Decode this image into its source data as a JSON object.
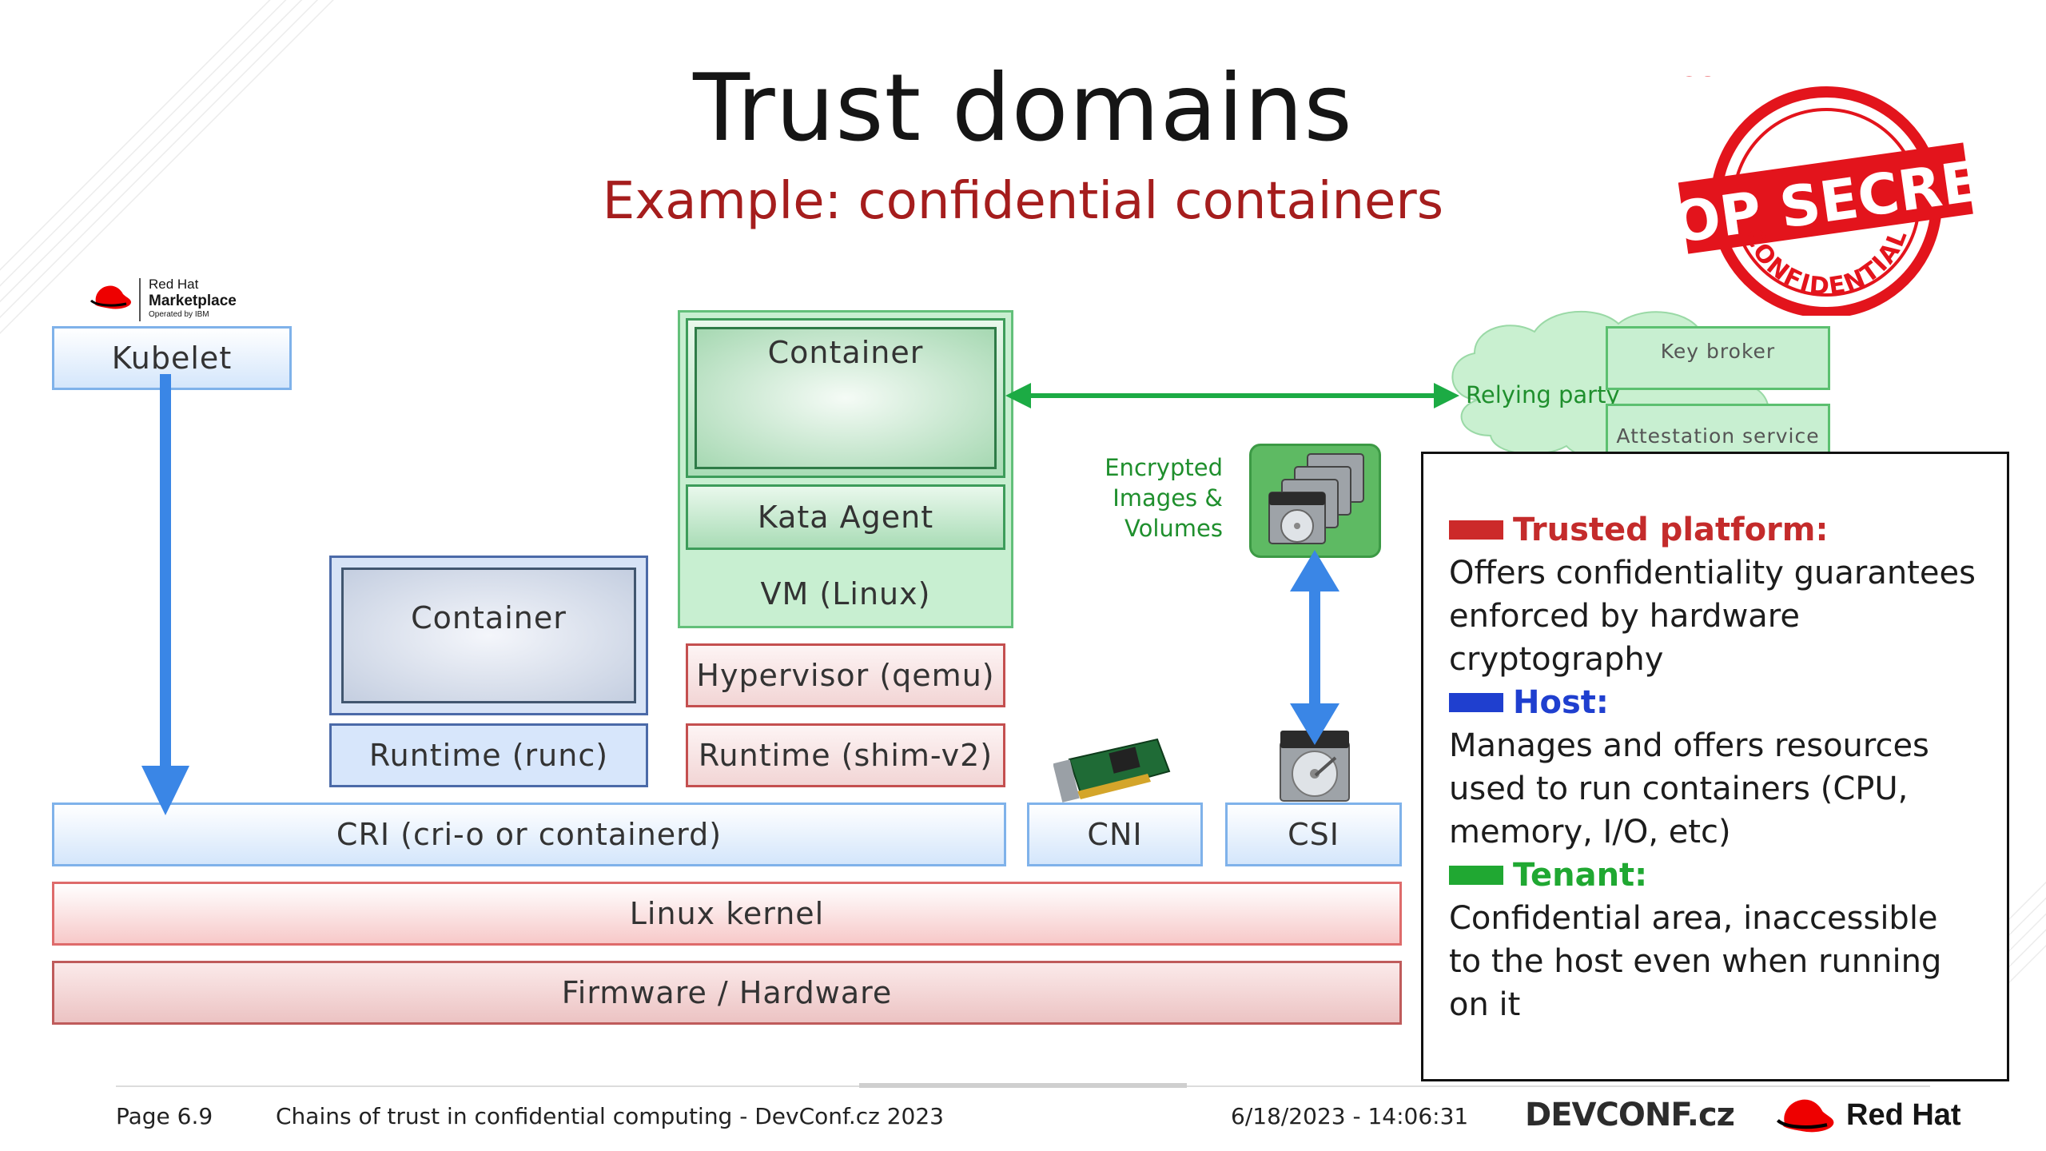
{
  "title": "Trust domains",
  "subtitle": "Example: confidential containers",
  "marketplace": {
    "line1": "Red Hat",
    "line2": "Marketplace",
    "line3": "Operated by IBM"
  },
  "stamp": {
    "top_text": "CONFIDENTIAL",
    "center_text": "TOP SECRET",
    "bottom_text": "CONFIDENTIAL"
  },
  "boxes": {
    "kubelet": "Kubelet",
    "container_host": "Container",
    "runtime_runc": "Runtime (runc)",
    "container_vm": "Container",
    "kata_agent": "Kata Agent",
    "vm_linux": "VM (Linux)",
    "hypervisor": "Hypervisor (qemu)",
    "runtime_shim": "Runtime (shim-v2)",
    "cri": "CRI (cri-o or containerd)",
    "cni": "CNI",
    "csi": "CSI",
    "linux_kernel": "Linux kernel",
    "firmware": "Firmware / Hardware"
  },
  "encrypted_label": [
    "Encrypted",
    "Images &",
    "Volumes"
  ],
  "relying": {
    "label": "Relying party",
    "key_broker": "Key broker",
    "attestation": "Attestation service"
  },
  "legend": {
    "trusted_title": "Trusted platform:",
    "trusted_desc": "Offers confidentiality guarantees enforced by hardware cryptography",
    "host_title": "Host:",
    "host_desc": "Manages and offers resources used to run containers (CPU, memory, I/O, etc)",
    "tenant_title": "Tenant:",
    "tenant_desc": "Confidential area, inaccessible to the host even when running on it",
    "colors": {
      "trusted": "#cc2a2a",
      "host": "#1f3fcf",
      "tenant": "#20a832"
    }
  },
  "footer": {
    "page": "Page 6.9",
    "talk": "Chains of trust in confidential computing - DevConf.cz 2023",
    "datetime": "6/18/2023 - 14:06:31",
    "devconf_logo": "DEVCONF.cz",
    "redhat_logo": "Red Hat"
  }
}
